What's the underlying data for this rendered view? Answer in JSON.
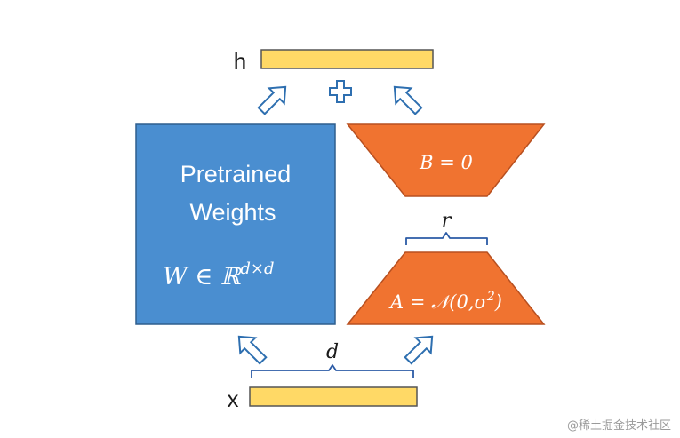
{
  "labels": {
    "h": "h",
    "x": "x",
    "d": "d",
    "r": "r",
    "pretrained_line1": "Pretrained",
    "pretrained_line2": "Weights",
    "w_math_base": "W ∈ ℝ",
    "w_math_sup": "d×d",
    "b_math": "B = 0",
    "a_math_main": "A = 𝒩(0,σ",
    "a_math_sup": "2",
    "a_math_close": ")"
  },
  "watermark": "@稀土掘金技术社区",
  "colors": {
    "vector_fill": "#FFD966",
    "vector_stroke": "#555555",
    "pretrained_fill": "#4A8ED0",
    "pretrained_stroke": "#2E5E8E",
    "lora_fill": "#F07330",
    "lora_stroke": "#B85020",
    "brace": "#2B5BA6",
    "arrow_stroke": "#2E6FB0",
    "label_text": "#1a1a1a",
    "white_text": "#ffffff"
  },
  "icons": {
    "plus": "plus-icon",
    "arrow": "outline-arrow-icon"
  }
}
